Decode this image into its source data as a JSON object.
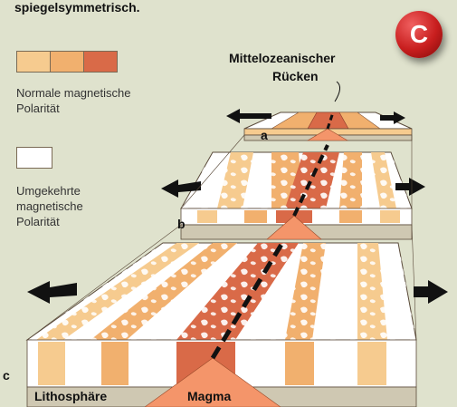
{
  "header": {
    "text": "spiegelsymmetrisch."
  },
  "badge": {
    "letter": "C",
    "color": "#c81e1e"
  },
  "legend": {
    "normal": {
      "label_line1": "Normale magnetische",
      "label_line2": "Polarität",
      "colors": [
        "#f6cb8f",
        "#f1b06e",
        "#d96a48"
      ]
    },
    "reversed": {
      "label_line1": "Umgekehrte",
      "label_line2": "magnetische",
      "label_line3": "Polarität",
      "color": "#ffffff"
    }
  },
  "labels": {
    "ridge_line1": "Mittelozeanischer",
    "ridge_line2": "Rücken",
    "stage_a": "a",
    "stage_b": "b",
    "stage_c": "c",
    "lithosphere": "Lithosphäre",
    "magma": "Magma"
  },
  "colors": {
    "background": "#dfe2cd",
    "crust_dark": "#d96a48",
    "crust_mid": "#f1b06e",
    "crust_light": "#f6cb8f",
    "magma": "#f4956a",
    "lithosphere": "#cfc8b2"
  },
  "icons": [
    "arrow-left-icon",
    "arrow-right-icon"
  ]
}
